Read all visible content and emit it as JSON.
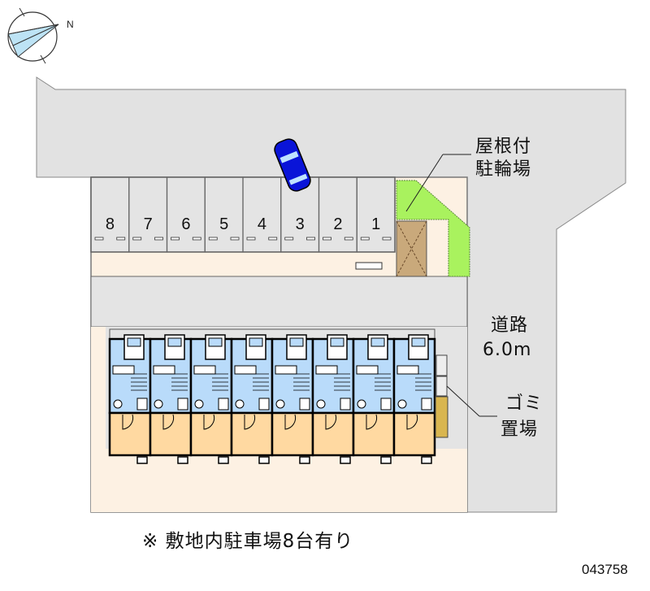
{
  "compass": {
    "north_label": "N"
  },
  "parking": {
    "space_numbers": [
      "8",
      "7",
      "6",
      "5",
      "4",
      "3",
      "2",
      "1"
    ]
  },
  "bike_parking": {
    "label_line1": "屋根付",
    "label_line2": "駐輪場"
  },
  "road": {
    "label_line1": "道路",
    "label_line2": "6.0m"
  },
  "garbage": {
    "label_line1": "ゴミ",
    "label_line2": "置場"
  },
  "building": {
    "unit_count": 8
  },
  "footnote": "※ 敷地内駐車場8台有り",
  "property_id": "043758",
  "colors": {
    "road": "#e2e2e2",
    "lot": "#fdf1e3",
    "unit_upper": "#b9dbfa",
    "unit_lower": "#ffd9a1",
    "green": "#a9f25e",
    "bike": "#c9a97b",
    "car": "#0a14d8"
  }
}
